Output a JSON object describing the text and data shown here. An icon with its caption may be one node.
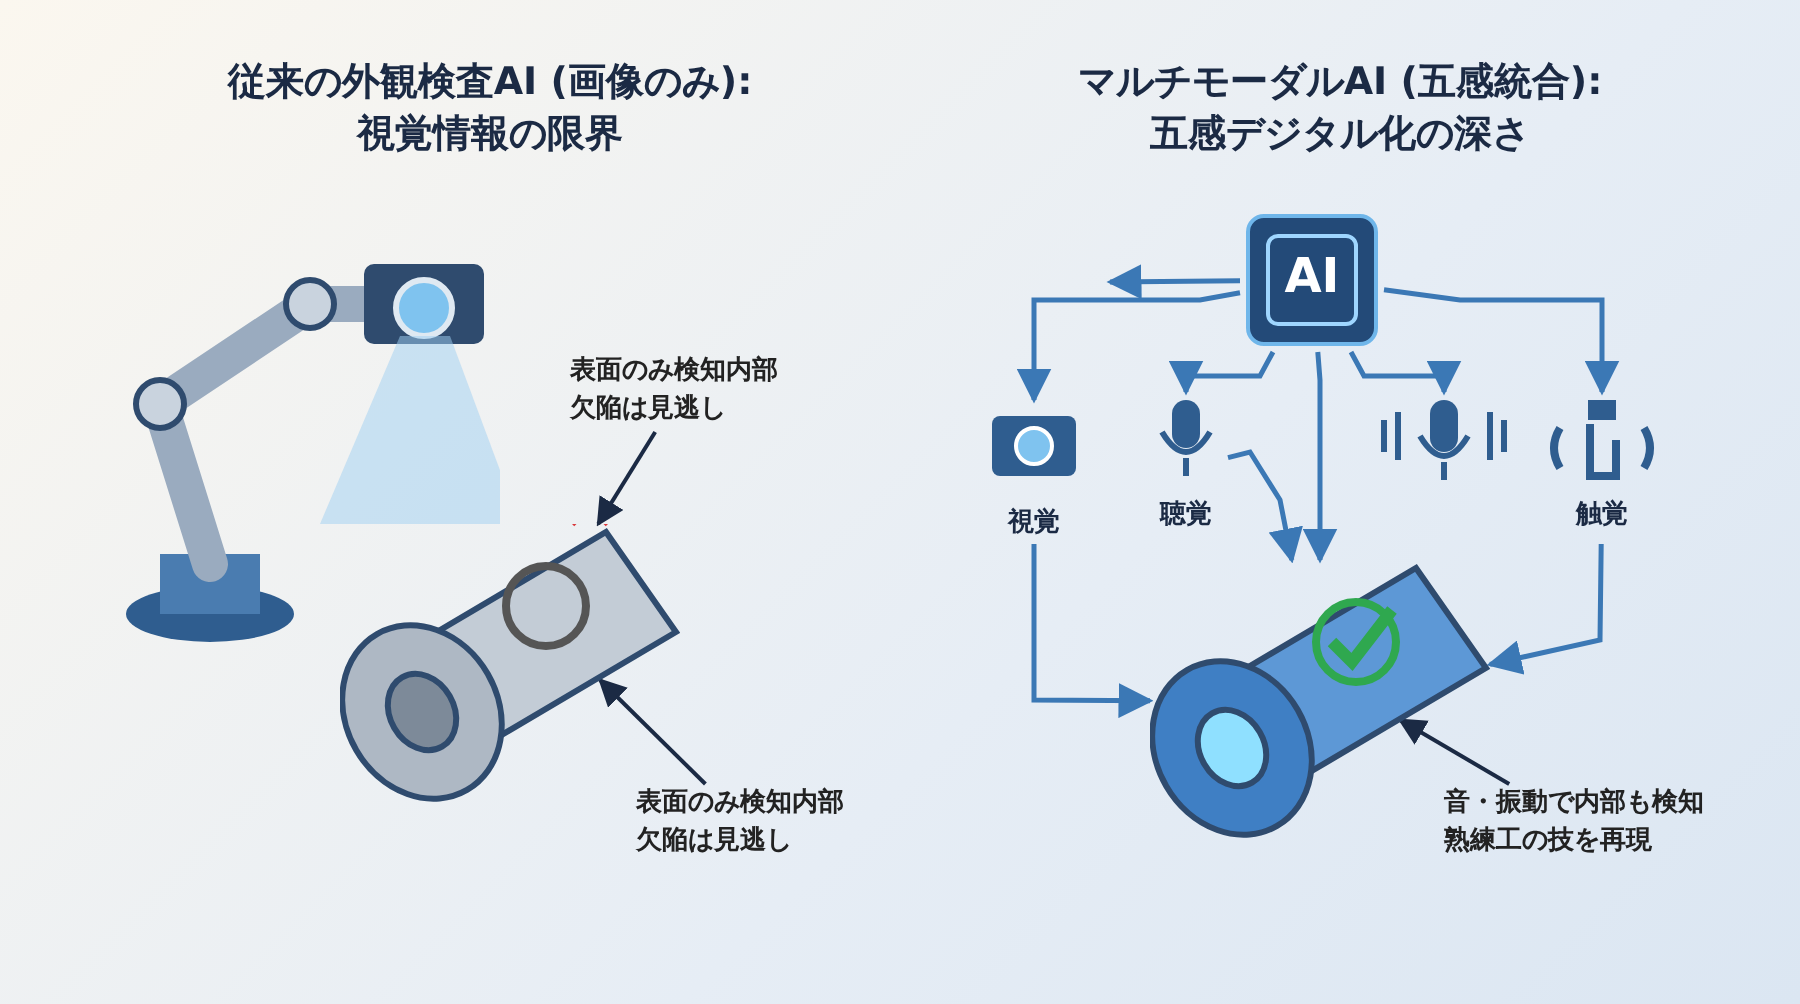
{
  "diagram": {
    "nodes": [
      {
        "text": [],
        "shape": "picture"
      },
      {
        "text": [],
        "shape": "picture"
      },
      {
        "text": [
          "表面のみ検知内部欠陥は見逃し"
        ]
      },
      {
        "text": [
          "表面のみ検知内部欠陥は見逃し"
        ]
      },
      {
        "text": [
          "AI"
        ]
      },
      {
        "text": [
          "視覚"
        ]
      },
      {
        "text": [
          "聴覚"
        ]
      },
      {
        "text": [],
        "shape": "picture"
      },
      {
        "text": [
          "触覚"
        ]
      },
      {
        "text": [],
        "shape": "picture"
      },
      {
        "text": [
          "音・振動で内部も検知熟練工の技を再現"
        ]
      }
    ],
    "edges": [
      {
        "from": 2,
        "to": 1,
        "arrow": "to",
        "color": "#1b2a44"
      },
      {
        "from": 3,
        "to": 1,
        "arrow": "to",
        "color": "#1b2a44"
      },
      {
        "from": 4,
        "to": null,
        "arrow": "to"
      },
      {
        "from": 4,
        "to": 5,
        "arrow": "to"
      },
      {
        "from": 4,
        "to": 6,
        "arrow": "to"
      },
      {
        "from": 4,
        "to": 7,
        "arrow": "to"
      },
      {
        "from": 4,
        "to": 8,
        "arrow": "to"
      },
      {
        "from": 4,
        "to": 9,
        "arrow": "to"
      },
      {
        "from": 6,
        "to": 9,
        "arrow": "to"
      },
      {
        "from": 5,
        "to": 9,
        "arrow": "to"
      },
      {
        "from": 8,
        "to": 9,
        "arrow": "to"
      },
      {
        "from": 10,
        "to": 9,
        "arrow": "to",
        "color": "#1b2a44"
      }
    ],
    "labels": [
      "従来の外観検査AI (画像のみ): 視覚情報の限界",
      "マルチモーダルAI (五感統合): 五感デジタル化の深さ"
    ]
  }
}
